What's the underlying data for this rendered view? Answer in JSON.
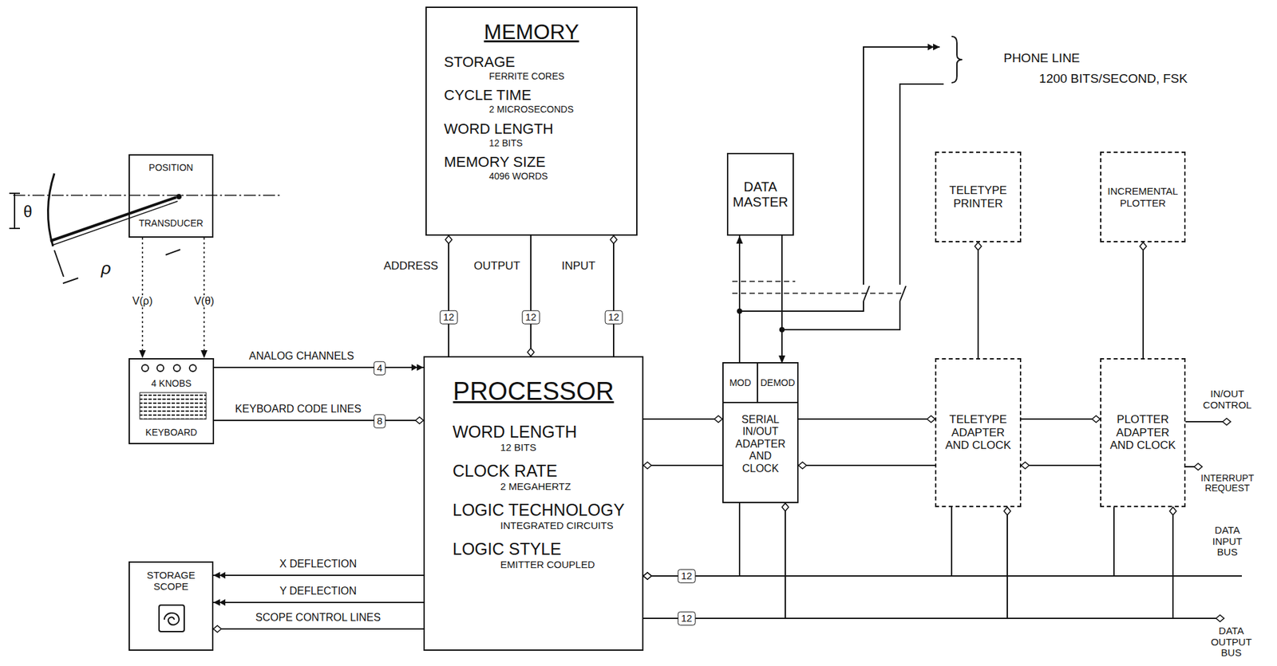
{
  "diagram": {
    "nodes": [
      {
        "text": [
          "MEMORY",
          "STORAGE",
          "FERRITE CORES",
          "CYCLE TIME",
          "2 MICROSECONDS",
          "WORD LENGTH",
          "12 BITS",
          "MEMORY SIZE",
          "4096 WORDS"
        ]
      },
      {
        "text": [
          "POSITION",
          "TRANSDUCER"
        ]
      },
      {
        "text": [
          "DATA MASTER"
        ]
      },
      {
        "text": [
          "TELETYPE PRINTER"
        ]
      },
      {
        "text": [
          "INCREMENTAL PLOTTER"
        ]
      },
      {
        "text": [
          "4 KNOBS",
          "KEYBOARD"
        ]
      },
      {
        "text": [
          "PROCESSOR",
          "WORD LENGTH",
          "12 BITS",
          "CLOCK RATE",
          "2 MEGAHERTZ",
          "LOGIC TECHNOLOGY",
          "INTEGRATED CIRCUITS",
          "LOGIC STYLE",
          "EMITTER COUPLED"
        ]
      },
      {
        "text": [
          "SERIAL IN/OUT ADAPTER AND CLOCK"
        ]
      },
      {
        "text": [
          "MOD"
        ],
        "in": 7
      },
      {
        "text": [
          "DEMOD"
        ],
        "in": 7
      },
      {
        "text": [
          "TELETYPE ADAPTER AND CLOCK"
        ]
      },
      {
        "text": [
          "PLOTTER ADAPTER AND CLOCK"
        ]
      },
      {
        "text": [
          "STORAGE SCOPE"
        ]
      }
    ],
    "edges": [
      {
        "from": 6,
        "to": 0,
        "arrow": "to"
      },
      {
        "from": 0,
        "to": 6,
        "arrow": "to"
      },
      {
        "from": 6,
        "to": 0,
        "arrow": "to"
      },
      {
        "from": 1,
        "to": 5,
        "label": "V(ρ)",
        "arrow": "to"
      },
      {
        "from": 1,
        "to": 5,
        "label": "V(θ)",
        "arrow": "to"
      },
      {
        "from": 5,
        "to": 6,
        "label": "ANALOG CHANNELS",
        "arrow": "to"
      },
      {
        "from": 5,
        "to": 6,
        "label": "KEYBOARD CODE LINES",
        "arrow": "to"
      },
      {
        "from": 6,
        "to": 12,
        "label": "X DEFLECTION",
        "arrow": "to"
      },
      {
        "from": 6,
        "to": 12,
        "label": "Y DEFLECTION",
        "arrow": "to"
      },
      {
        "from": 6,
        "to": 12,
        "label": "SCOPE CONTROL LINES",
        "arrow": "to"
      },
      {
        "from": 6,
        "to": 7,
        "arrow": "to"
      },
      {
        "from": 7,
        "to": 6,
        "arrow": "to"
      },
      {
        "from": 7,
        "to": 10,
        "arrow": "to"
      },
      {
        "from": 10,
        "to": 7,
        "arrow": "to"
      },
      {
        "from": 10,
        "to": 11,
        "arrow": "to"
      },
      {
        "from": 11,
        "to": 10,
        "arrow": "to"
      },
      {
        "from": 8,
        "to": 2,
        "arrow": "to"
      },
      {
        "from": 2,
        "to": 9,
        "arrow": "to"
      },
      {
        "from": 10,
        "to": 3,
        "arrow": "to"
      },
      {
        "from": 11,
        "to": 4,
        "arrow": "to"
      },
      {
        "from": 7,
        "to": 6,
        "arrow": "to"
      },
      {
        "from": 10,
        "to": 6,
        "arrow": "to"
      },
      {
        "from": 11,
        "to": 6,
        "arrow": "to"
      },
      {
        "from": 6,
        "to": 7,
        "arrow": "to"
      },
      {
        "from": 6,
        "to": 10,
        "arrow": "to"
      },
      {
        "from": 6,
        "to": 11,
        "arrow": "to"
      }
    ],
    "labels": [
      "θ",
      "ρ",
      "ADDRESS",
      "OUTPUT",
      "INPUT",
      "12",
      "12",
      "12",
      "4",
      "8",
      "12",
      "12",
      "PHONE LINE",
      "1200 BITS/SECOND, FSK",
      "IN/OUT CONTROL",
      "INTERRUPT REQUEST",
      "DATA INPUT BUS",
      "DATA OUTPUT BUS"
    ]
  }
}
